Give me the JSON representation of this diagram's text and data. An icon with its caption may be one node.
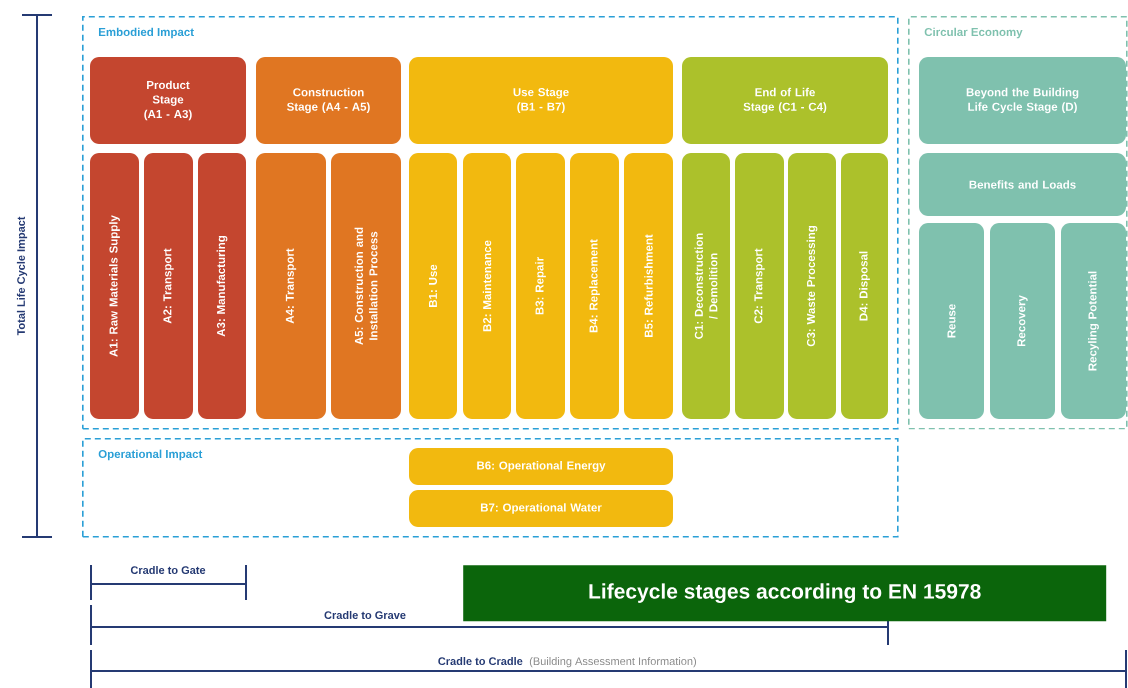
{
  "diagram": {
    "title": "Lifecycle stages according to EN 15978",
    "nodes": [
      {
        "text": [
          "Embodied Impact"
        ]
      },
      {
        "text": [
          "Product Stage (A1 - A3)"
        ],
        "in": 0
      },
      {
        "text": [
          "Construction Stage (A4 - A5)"
        ],
        "in": 0
      },
      {
        "text": [
          "Use Stage (B1 - B7)"
        ],
        "in": 0
      },
      {
        "text": [
          "End of Life Stage (C1 - C4)"
        ],
        "in": 0
      },
      {
        "text": [
          "A1: Raw Materials Supply"
        ],
        "in": 0
      },
      {
        "text": [
          "A2: Transport"
        ],
        "in": 0
      },
      {
        "text": [
          "A3: Manufacturing"
        ],
        "in": 0
      },
      {
        "text": [
          "A4: Transport"
        ],
        "in": 0
      },
      {
        "text": [
          "A5: Construction and Installation Process"
        ],
        "in": 0
      },
      {
        "text": [
          "B1: Use"
        ],
        "in": 0
      },
      {
        "text": [
          "B2: Maintenance"
        ],
        "in": 0
      },
      {
        "text": [
          "B3: Repair"
        ],
        "in": 0
      },
      {
        "text": [
          "B4: Replacement"
        ],
        "in": 0
      },
      {
        "text": [
          "B5: Refurbishment"
        ],
        "in": 0
      },
      {
        "text": [
          "C1: Deconstruction / Demolition"
        ],
        "in": 0
      },
      {
        "text": [
          "C2: Transport"
        ],
        "in": 0
      },
      {
        "text": [
          "C3: Waste Processing"
        ],
        "in": 0
      },
      {
        "text": [
          "D4: Disposal"
        ],
        "in": 0
      },
      {
        "text": [
          "Circular Economy"
        ]
      },
      {
        "text": [
          "Beyond the Building Life Cycle Stage (D)"
        ],
        "in": 19
      },
      {
        "text": [
          "Benefits and Loads"
        ],
        "in": 19
      },
      {
        "text": [
          "Reuse"
        ],
        "in": 19
      },
      {
        "text": [
          "Recovery"
        ],
        "in": 19
      },
      {
        "text": [
          "Recyling Potential"
        ],
        "in": 19
      },
      {
        "text": [
          "Operational Impact"
        ]
      },
      {
        "text": [
          "B6: Operational Energy"
        ],
        "in": 25
      },
      {
        "text": [
          "B7: Operational Water"
        ],
        "in": 25
      }
    ],
    "labels": [
      "Total Life Cycle Impact",
      "Cradle to Gate",
      "Cradle to Grave",
      "Cradle to Cradle",
      "(Building Assessment Information)"
    ]
  }
}
